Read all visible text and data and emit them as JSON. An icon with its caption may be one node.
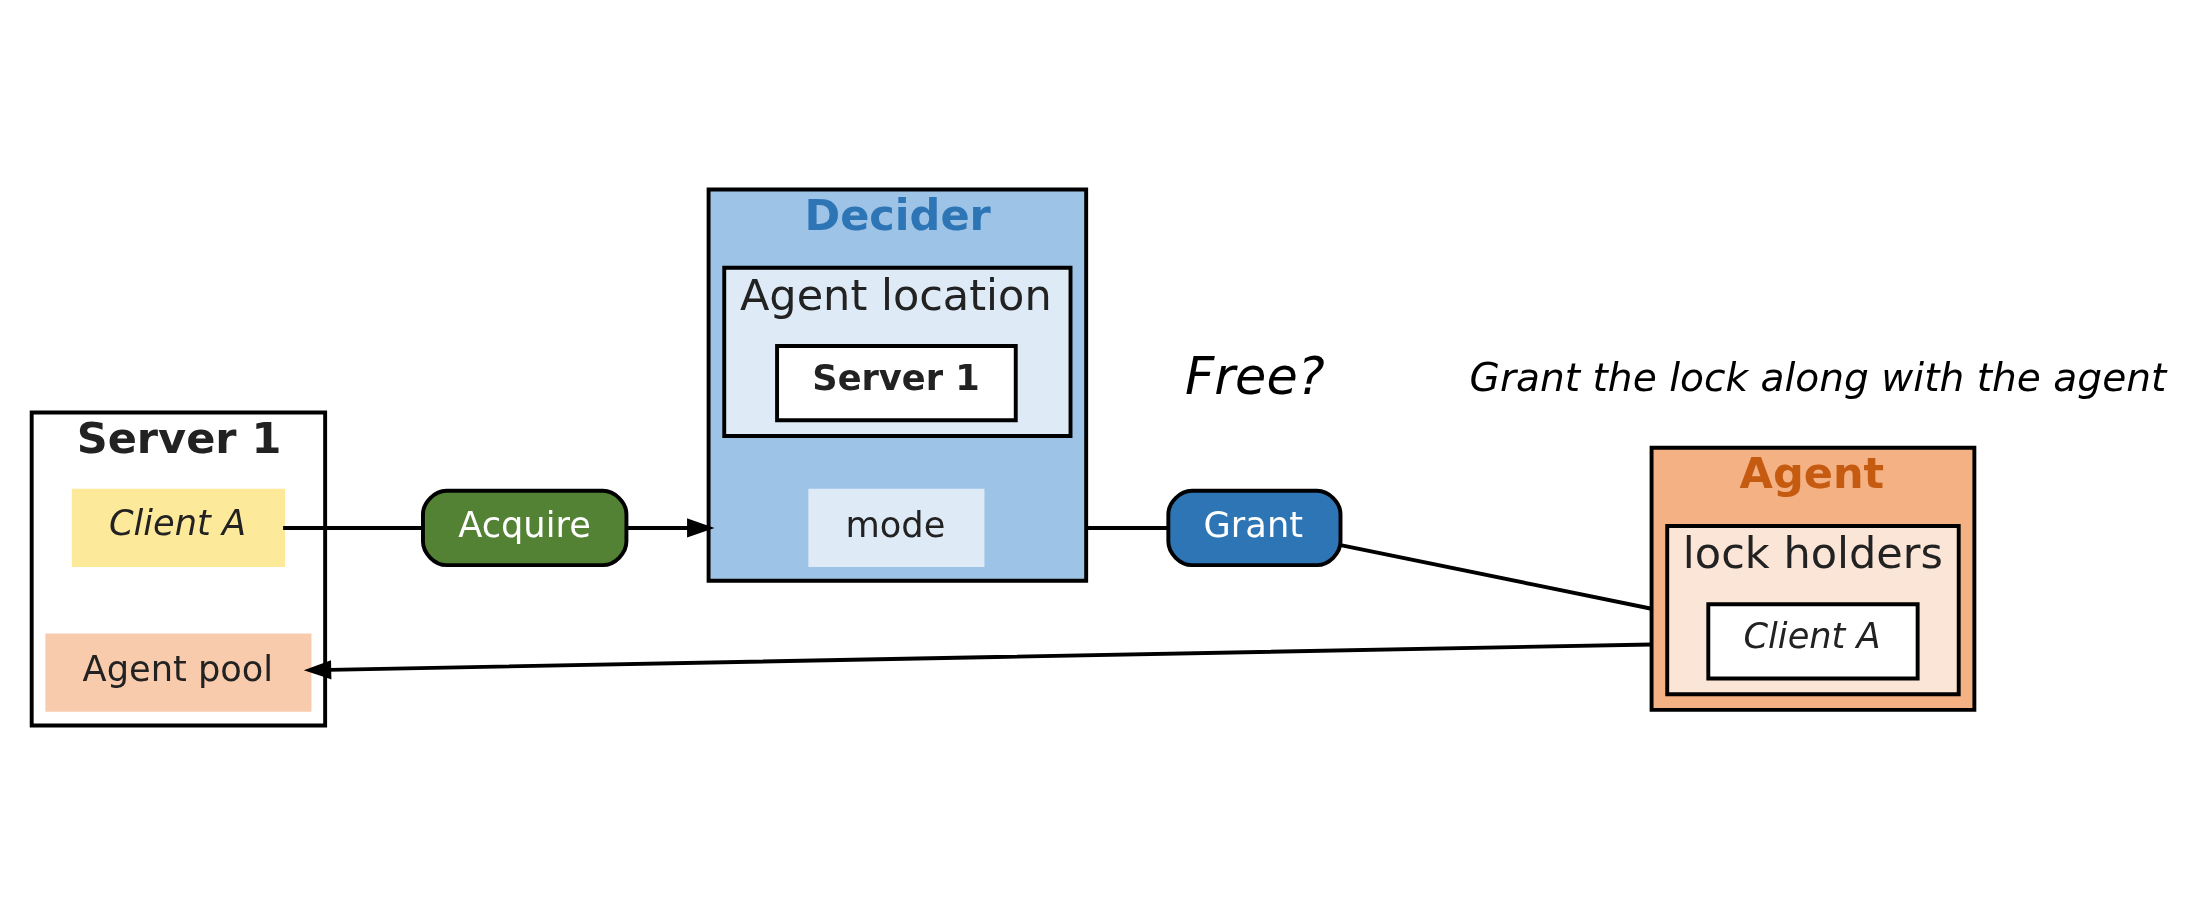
{
  "diagram": {
    "nodes": [
      {
        "text": [
          "Server 1"
        ]
      },
      {
        "text": [
          "Client A"
        ],
        "in": 0
      },
      {
        "text": [
          "Agent pool"
        ],
        "in": 0
      },
      {
        "text": [
          "Decider"
        ]
      },
      {
        "text": [
          "mode"
        ],
        "in": 3
      },
      {
        "text": [
          "Agent location"
        ],
        "in": 3
      },
      {
        "text": [
          "Server 1"
        ],
        "in": 5
      },
      {
        "text": [
          "Agent"
        ]
      },
      {
        "text": [
          "lock holders"
        ],
        "in": 7
      },
      {
        "text": [
          "Client A"
        ],
        "in": 8
      },
      {
        "text": [
          "Acquire"
        ]
      },
      {
        "text": [
          "Grant"
        ]
      }
    ],
    "edges": [
      {
        "from": 1,
        "to": 10,
        "arrow": "none"
      },
      {
        "from": 10,
        "to": 3,
        "arrow": "to"
      },
      {
        "from": 3,
        "to": 11,
        "arrow": "none"
      },
      {
        "from": 11,
        "to": 7,
        "arrow": "none"
      },
      {
        "from": 7,
        "to": 2,
        "arrow": "to"
      }
    ],
    "labels": [
      "Free?",
      "Grant the lock along with the agent"
    ]
  }
}
